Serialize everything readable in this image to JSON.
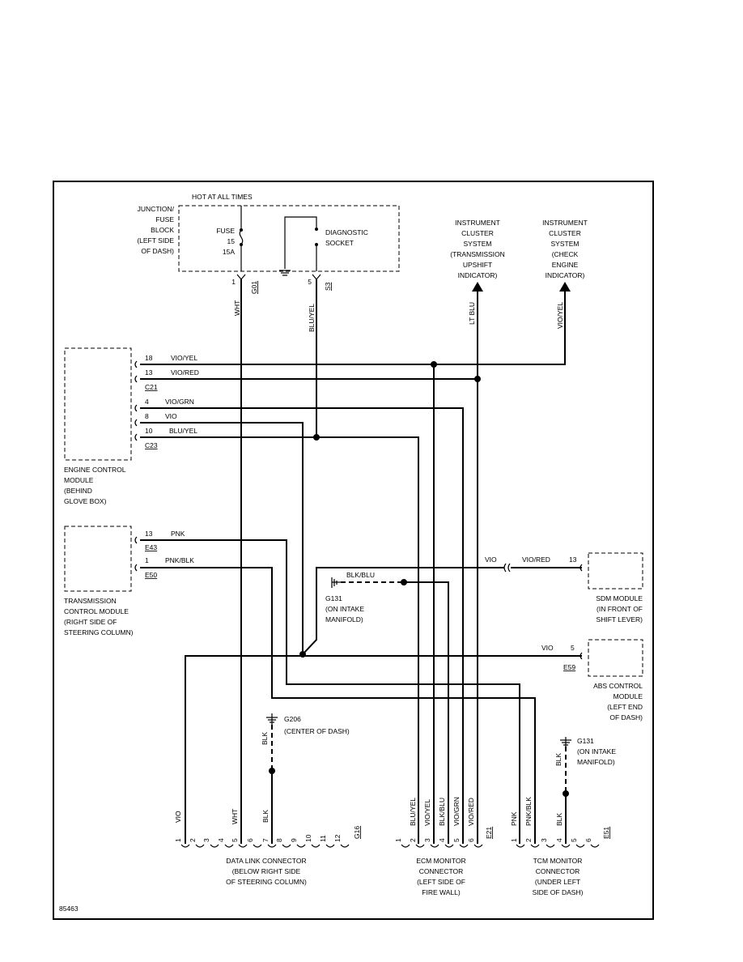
{
  "figure_number": "85463",
  "top": {
    "hot_at_all_times": "HOT AT ALL TIMES",
    "junction_block": [
      "JUNCTION/",
      "FUSE",
      "BLOCK",
      "(LEFT SIDE",
      "OF DASH)"
    ],
    "fuse": [
      "FUSE",
      "15",
      "15A"
    ],
    "diagnostic_socket": [
      "DIAGNOSTIC",
      "SOCKET"
    ],
    "pin1": "1",
    "conn1": "G01",
    "pin5": "5",
    "conn5": "S3",
    "wire_wht": "WHT",
    "wire_bluyel": "BLU/YEL",
    "wire_ltblu": "LT BLU",
    "wire_vioyel": "VIO/YEL"
  },
  "cluster_upshift": [
    "INSTRUMENT",
    "CLUSTER",
    "SYSTEM",
    "(TRANSMISSION",
    "UPSHIFT",
    "INDICATOR)"
  ],
  "cluster_check": [
    "INSTRUMENT",
    "CLUSTER",
    "SYSTEM",
    "(CHECK",
    "ENGINE",
    "INDICATOR)"
  ],
  "ecm": {
    "label": [
      "ENGINE CONTROL",
      "MODULE",
      "(BEHIND",
      "GLOVE BOX)"
    ],
    "pins": [
      {
        "pin": "18",
        "wire": "VIO/YEL"
      },
      {
        "pin": "13",
        "wire": "VIO/RED"
      },
      {
        "pin": "4",
        "wire": "VIO/GRN"
      },
      {
        "pin": "8",
        "wire": "VIO"
      },
      {
        "pin": "10",
        "wire": "BLU/YEL"
      }
    ],
    "conn_a": "C21",
    "conn_b": "C23"
  },
  "tcm": {
    "label": [
      "TRANSMISSION",
      "CONTROL MODULE",
      "(RIGHT SIDE OF",
      "STEERING COLUMN)"
    ],
    "pins": [
      {
        "pin": "13",
        "wire": "PNK",
        "conn": "E43"
      },
      {
        "pin": "1",
        "wire": "PNK/BLK",
        "conn": "E50"
      }
    ]
  },
  "sdm": {
    "label": [
      "SDM MODULE",
      "(IN FRONT OF",
      "SHIFT LEVER)"
    ],
    "wire_left": "VIO",
    "wire_right": "VIO/RED",
    "pin": "13"
  },
  "abs": {
    "label": [
      "ABS CONTROL",
      "MODULE",
      "(LEFT END",
      "OF DASH)"
    ],
    "wire": "VIO",
    "pin": "5",
    "conn": "E59"
  },
  "g131_mid": {
    "wire": "BLK/BLU",
    "label": [
      "G131",
      "(ON INTAKE",
      "MANIFOLD)"
    ]
  },
  "g206": {
    "wire": "BLK",
    "label": [
      "G206",
      "(CENTER OF DASH)"
    ]
  },
  "g131_right": {
    "wire": "BLK",
    "label": [
      "G131",
      "(ON INTAKE",
      "MANIFOLD)"
    ]
  },
  "dlc": {
    "label": [
      "DATA LINK CONNECTOR",
      "(BELOW RIGHT SIDE",
      "OF STEERING COLUMN)"
    ],
    "pins": [
      "1",
      "2",
      "3",
      "4",
      "5",
      "6",
      "7",
      "8",
      "9",
      "10",
      "11",
      "12"
    ],
    "conn": "G16",
    "wires": {
      "p1": "VIO",
      "p5": "WHT",
      "p7": "BLK"
    }
  },
  "ecm_mon": {
    "label": [
      "ECM MONITOR",
      "CONNECTOR",
      "(LEFT SIDE OF",
      "FIRE WALL)"
    ],
    "pins": [
      "1",
      "2",
      "3",
      "4",
      "5",
      "6"
    ],
    "conn": "E21",
    "wires": [
      "BLU/YEL",
      "VIO/YEL",
      "BLK/BLU",
      "VIO/GRN",
      "VIO/RED"
    ]
  },
  "tcm_mon": {
    "label": [
      "TCM MONITOR",
      "CONNECTOR",
      "(UNDER LEFT",
      "SIDE OF DASH)"
    ],
    "pins": [
      "1",
      "2",
      "3",
      "4",
      "5",
      "6"
    ],
    "conn": "E51",
    "wires": [
      "PNK",
      "PNK/BLK",
      "BLK"
    ]
  }
}
